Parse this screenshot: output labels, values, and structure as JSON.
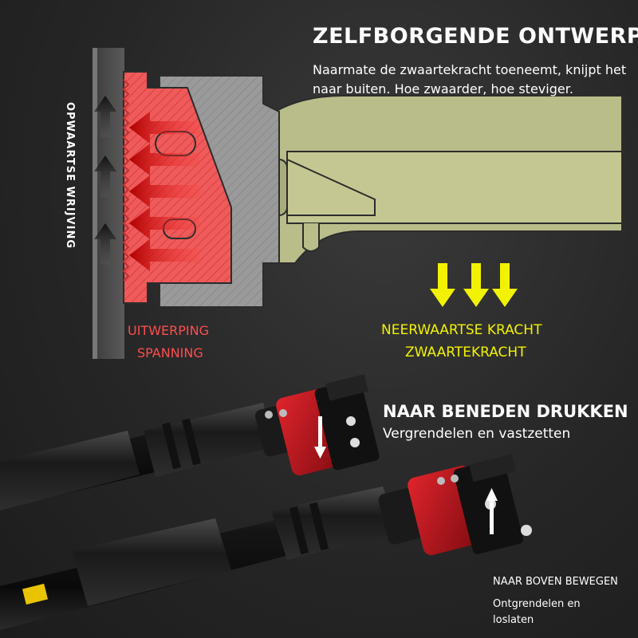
{
  "header": {
    "title": "ZELFBORGENDE ONTWERP",
    "description": "Naarmate de zwaartekracht toeneemt, knijpt het naar buiten. Hoe zwaarder, hoe steviger."
  },
  "diagram": {
    "side_label": "OPWAARTSE WRIJVING",
    "red_labels": [
      "UITWERPING",
      "SPANNING"
    ],
    "yellow_labels": [
      "NEERWAARTSE KRACHT",
      "ZWAARTEKRACHT"
    ]
  },
  "lock": {
    "title": "NAAR BENEDEN DRUKKEN",
    "subtitle": "Vergrendelen en vastzetten"
  },
  "unlock": {
    "title": "NAAR BOVEN BEWEGEN",
    "subtitle": "Ontgrendelen en loslaten"
  },
  "colors": {
    "accent_red": "#ff4d4d",
    "accent_yellow": "#f2f200",
    "mechanism_olive": "#b9bd8a",
    "cap_red": "#c0161e"
  },
  "icons": [
    "arrow-up-icon",
    "arrow-left-icon",
    "arrow-down-icon"
  ]
}
